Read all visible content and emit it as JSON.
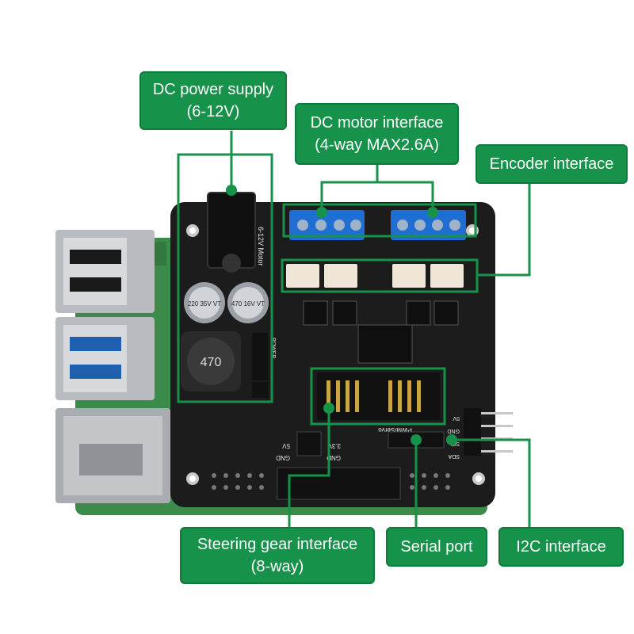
{
  "colors": {
    "label_bg": "#16924a",
    "label_text": "#ffffff",
    "pcb": "#1c1c1c",
    "rpi_board": "#3b8b4a",
    "terminal_blue": "#1e6fd1",
    "callout_line": "#16924a"
  },
  "labels": {
    "dc_power": {
      "line1": "DC power supply",
      "line2": "(6-12V)"
    },
    "dc_motor": {
      "line1": "DC motor interface",
      "line2": "(4-way MAX2.6A)"
    },
    "encoder": {
      "line1": "Encoder interface"
    },
    "steering": {
      "line1": "Steering gear interface",
      "line2": "(8-way)"
    },
    "serial": {
      "line1": "Serial port"
    },
    "i2c": {
      "line1": "I2C interface"
    }
  },
  "board": {
    "silkscreen": {
      "voltage": "6-12V Motor",
      "cap1": "220 35V VT",
      "cap2": "470 16V VT",
      "inductor": "470",
      "power": "POWER",
      "pin_5v": "5V",
      "pin_gnd": "GND",
      "pin_33v": "3.3V",
      "pin_gnd2": "GND",
      "pwm_servo": "PWM/Servo",
      "i2c_5v": "5V",
      "i2c_gnd": "GND",
      "i2c_scl": "SCL",
      "i2c_sda": "SDA"
    }
  }
}
